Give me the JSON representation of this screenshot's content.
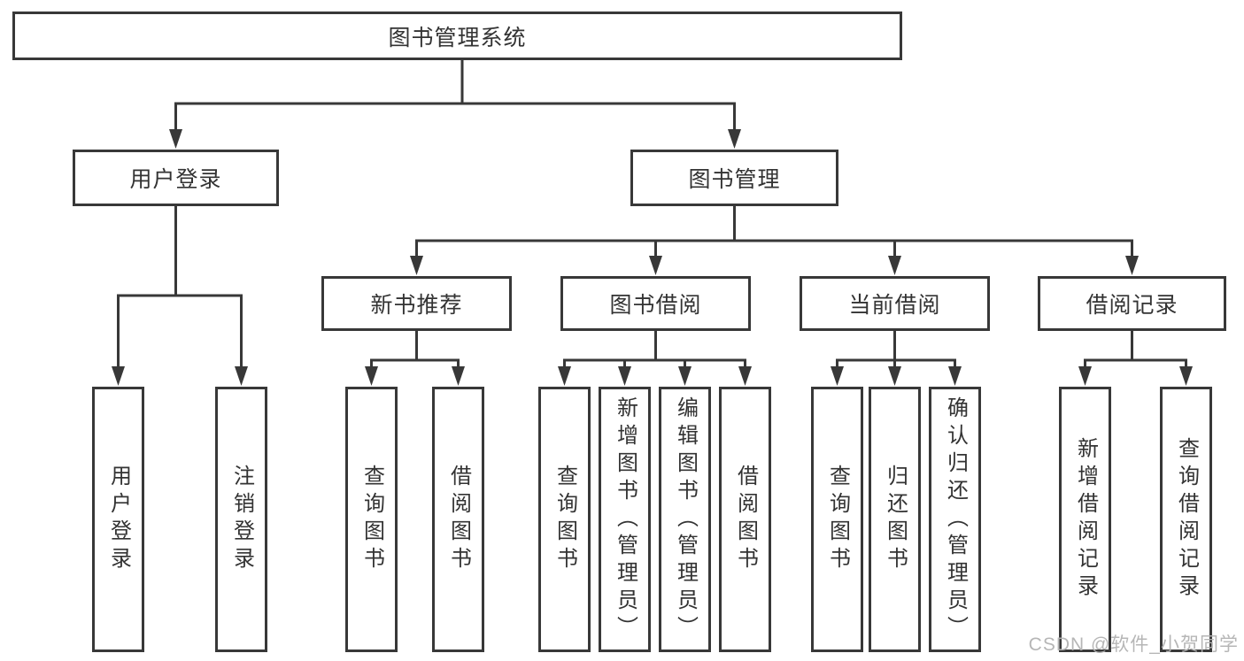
{
  "diagram": {
    "title": "图书管理系统",
    "level2": {
      "user_login": "用户登录",
      "book_management": "图书管理"
    },
    "level3": {
      "new_book_recommend": "新书推荐",
      "book_borrowing": "图书借阅",
      "current_borrowing": "当前借阅",
      "borrowing_records": "借阅记录"
    },
    "leaves": {
      "user_login": [
        "用户登录",
        "注销登录"
      ],
      "new_book_recommend": [
        "查询图书",
        "借阅图书"
      ],
      "book_borrowing": [
        "查询图书",
        "新增图书（管理员）",
        "编辑图书（管理员）",
        "借阅图书"
      ],
      "current_borrowing": [
        "查询图书",
        "归还图书",
        "确认归还（管理员）"
      ],
      "borrowing_records": [
        "新增借阅记录",
        "查询借阅记录"
      ]
    }
  },
  "watermark": "CSDN @软件_小贺同学",
  "colors": {
    "line": "#383838",
    "box_border": "#383838",
    "text": "#333333",
    "watermark": "#b2b2b2",
    "background": "#ffffff"
  }
}
